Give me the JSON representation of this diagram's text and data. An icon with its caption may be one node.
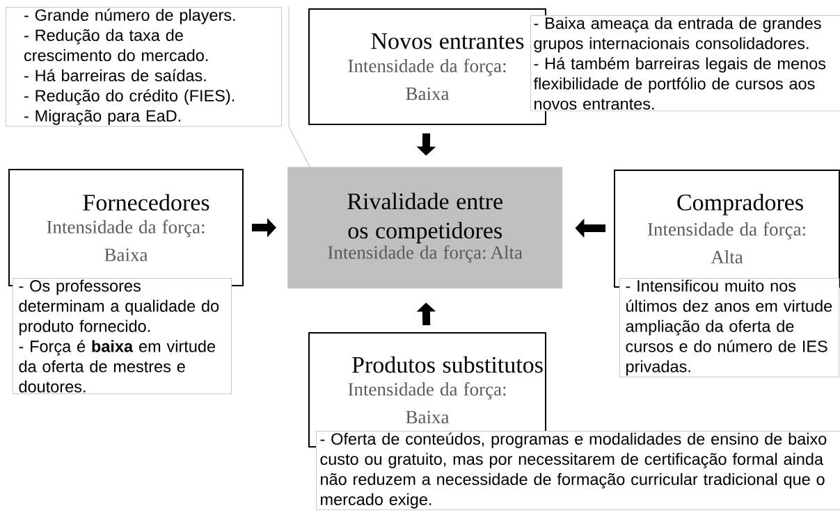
{
  "diagram": {
    "nodes": [
      {
        "text": [
          "- Grande número de players.",
          "- Redução da taxa de crescimento do mercado.",
          "- Há barreiras de saídas.",
          "- Redução do crédito (FIES).",
          "- Migração para EaD."
        ]
      },
      {
        "text": [
          "Novos entrantes",
          "Intensidade da força: Baixa"
        ]
      },
      {
        "text": [
          "- Baixa ameaça da entrada de grandes grupos internacionais consolidadores.",
          "- Há também barreiras legais de menos flexibilidade de portfólio de cursos aos novos entrantes."
        ]
      },
      {
        "text": [
          "Fornecedores",
          "Intensidade da força: Baixa"
        ]
      },
      {
        "text": [
          "Rivalidade entre os competidores",
          "Intensidade da força: Alta"
        ]
      },
      {
        "text": [
          "Compradores",
          "Intensidade da força: Alta"
        ]
      },
      {
        "text": [
          "- Os professores determinam a qualidade do produto fornecido.",
          "- Força é **baixa** em virtude da oferta de mestres e doutores."
        ]
      },
      {
        "text": [
          "- Intensificou muito nos últimos dez anos em virtude ampliação da oferta de cursos e do número de IES privadas."
        ]
      },
      {
        "text": [
          "Produtos substitutos",
          "Intensidade da força: Baixa"
        ]
      },
      {
        "text": [
          "- Oferta de conteúdos, programas e modalidades de ensino de baixo custo ou gratuito, mas por necessitarem de certificação formal ainda não reduzem a necessidade de formação curricular tradicional que o mercado exige."
        ]
      }
    ],
    "edges": [
      {
        "from": 0,
        "to": 4,
        "arrow": "none",
        "color": "#bfbfbf"
      },
      {
        "from": 1,
        "to": 4,
        "arrow": "to"
      },
      {
        "from": 3,
        "to": 4,
        "arrow": "to"
      },
      {
        "from": 5,
        "to": 4,
        "arrow": "to"
      },
      {
        "from": 8,
        "to": 4,
        "arrow": "to"
      }
    ]
  }
}
